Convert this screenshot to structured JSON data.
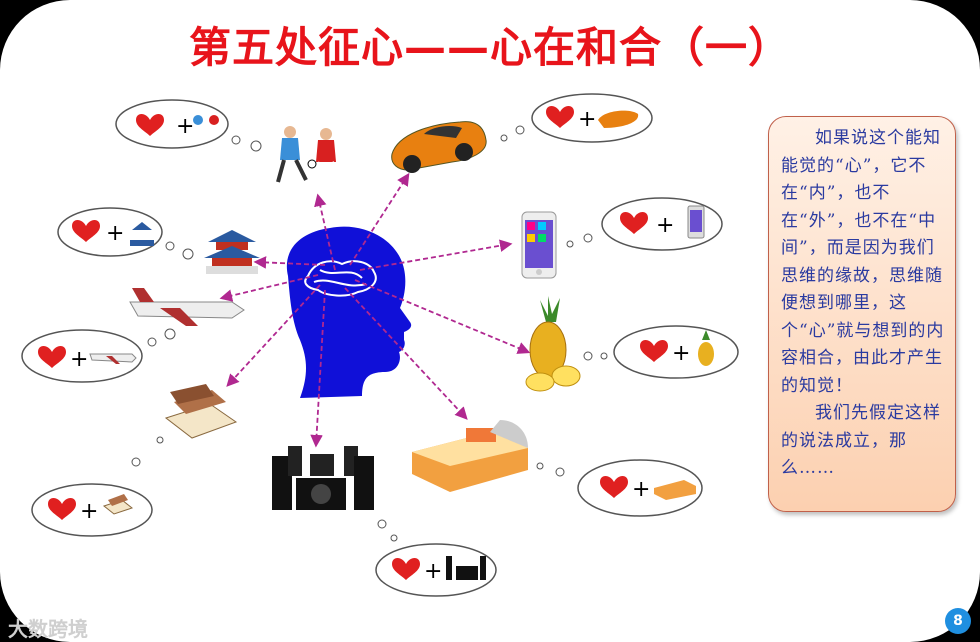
{
  "title": "第五处征心——心在和合（一）",
  "note": {
    "paragraph1": "如果说这个能知能觉的“心”，它不在“内”，也不在“外”，也不在“中间”，而是因为我们思维的缘故，思维随便想到哪里，这个“心”就与想到的内容相合，由此才产生的知觉！",
    "paragraph2": "我们先假定这样的说法成立，那么……"
  },
  "bubble": {
    "plus": "+"
  },
  "watermark": "大数跨境",
  "page_number": "8",
  "colors": {
    "title": "#e8141b",
    "head": "#1010d8",
    "arrow": "#b02890",
    "heart": "#e02020",
    "note_text": "#2a3aa0",
    "page_badge": "#1f8fe0"
  }
}
